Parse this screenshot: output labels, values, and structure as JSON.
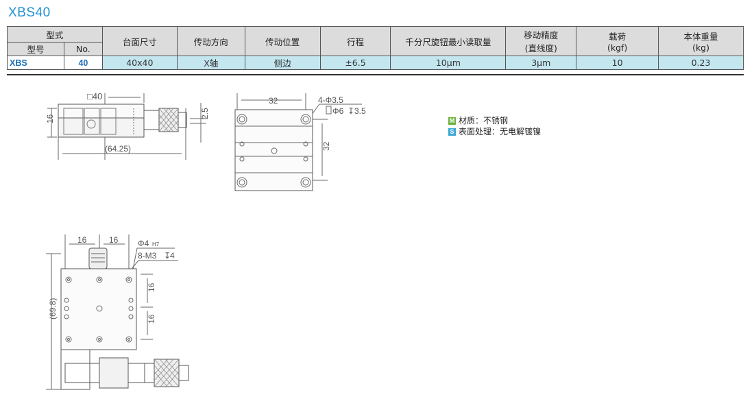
{
  "title": "XBS40",
  "table": {
    "group_header": "型式",
    "sub_headers": [
      "型号",
      "No."
    ],
    "headers": [
      "台面尺寸",
      "传动方向",
      "传动位置",
      "行程",
      "千分尺旋钮最小读取量"
    ],
    "precision_header": [
      "移动精度",
      "(直线度)"
    ],
    "load_header": [
      "载荷",
      "(kgf)"
    ],
    "weight_header": [
      "本体重量",
      "(kg)"
    ],
    "row": [
      "XBS",
      "40",
      "40x40",
      "X轴",
      "侧边",
      "±6.5",
      "10μm",
      "3μm",
      "10",
      "0.23"
    ]
  },
  "drawing1": {
    "top_label": "□40",
    "left_label": "16",
    "right_label": "2.5",
    "bottom_label": "(64.25)"
  },
  "drawing2": {
    "top_label": "32",
    "hole_label": "4-Φ3.5",
    "counterbore_label": "Φ6",
    "counterbore_depth": "3.5",
    "right_label": "32"
  },
  "drawing3": {
    "dim_a": "16",
    "dim_b": "16",
    "pin_label": "Φ4",
    "pin_tol": "H7",
    "tap_label": "8-M3",
    "tap_depth": "4",
    "right_dim_a": "16",
    "right_dim_b": "16",
    "height_label": "(69.8)"
  },
  "legend": {
    "material_badge": "M",
    "material": "材质：不锈钢",
    "surface_badge": "S",
    "surface": "表面处理：无电解镀镍"
  }
}
